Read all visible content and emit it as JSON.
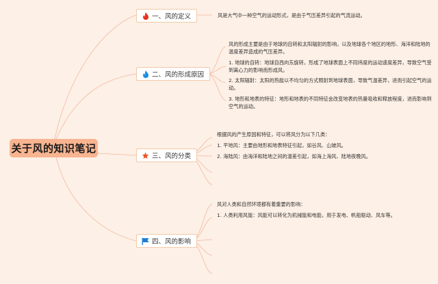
{
  "root": {
    "title": "关于风的知识笔记"
  },
  "colors": {
    "background": "#fdf0e6",
    "root_fill": "#f8b490",
    "branch_border": "#f3c8a8",
    "edge": "#f2b8a0",
    "fire_red": "#e8321e",
    "fire_blue": "#1f8fe0",
    "star_orange": "#e8552a",
    "flag_blue": "#1b7fd6"
  },
  "branches": [
    {
      "icon": "fire-red-icon",
      "label": "一、风的定义",
      "leaves": [
        "风是大气中一种空气的运动形式，是由于气压差异引起的气流运动。"
      ]
    },
    {
      "icon": "fire-blue-icon",
      "label": "二、风的形成原因",
      "leaves": [
        "风的形成主要是由于地球的自转和太阳辐射的影响，以及地球各个地区的地形、海洋和陆地的温度差异造成的气压差异。",
        "1. 地球的自转：地球自西向东旋转，形成了地球表面上不同纬度的运动速度差异，导致空气受到离心力的影响而形成风。",
        "2. 太阳辐射：太阳的热能以不均匀的方式照射到地球表面，导致气温差异，进而引起空气的运动。",
        "3. 地形和地表的特征：地形和地表的不同特征会改变地表的热量吸收和释放程度，进而影响到空气的运动。"
      ]
    },
    {
      "icon": "star-icon",
      "label": "三、风的分类",
      "leaves": [
        "根据风的产生原因和特征，可以将风分为以下几类：",
        "1. 平地风：主要由地形和地表特征引起，如谷风、山坡风。",
        "2. 海陆风：由海洋和陆地之间的温差引起，如海上海风、陆地夜晚风。"
      ]
    },
    {
      "icon": "flag-icon",
      "label": "四、风的影响",
      "leaves": [
        "风对人类和自然环境都有着重要的影响：",
        "1. 人类利用风能：风能可以转化为机械能和电能，用于发电、帆船驱动、风车等。"
      ]
    }
  ]
}
